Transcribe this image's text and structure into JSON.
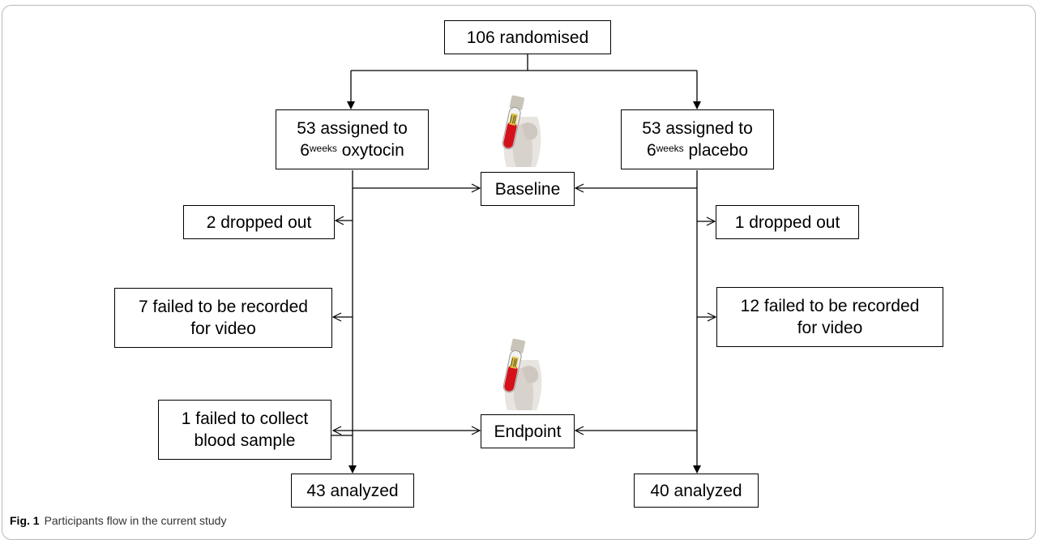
{
  "boxes": {
    "randomised": "106 randomised",
    "oxytocin": {
      "line1": "53 assigned to",
      "digit": "6",
      "sup": "weeks",
      "rest": " oxytocin"
    },
    "placebo": {
      "line1": "53 assigned to",
      "digit": "6",
      "sup": "weeks",
      "rest": " placebo"
    },
    "baseline": "Baseline",
    "endpoint": "Endpoint",
    "left_dropped": "2 dropped out",
    "right_dropped": "1 dropped out",
    "left_video": {
      "line1": "7 failed to be recorded",
      "line2": "for video"
    },
    "right_video": {
      "line1": "12 failed to be recorded",
      "line2": "for video"
    },
    "left_blood": {
      "line1": "1 failed to collect",
      "line2": "blood sample"
    },
    "left_analyzed": "43 analyzed",
    "right_analyzed": "40 analyzed"
  },
  "caption": {
    "label": "Fig. 1",
    "text": "Participants flow in the current study"
  },
  "icons": [
    "blood-tube-icon",
    "blood-tube-icon"
  ]
}
